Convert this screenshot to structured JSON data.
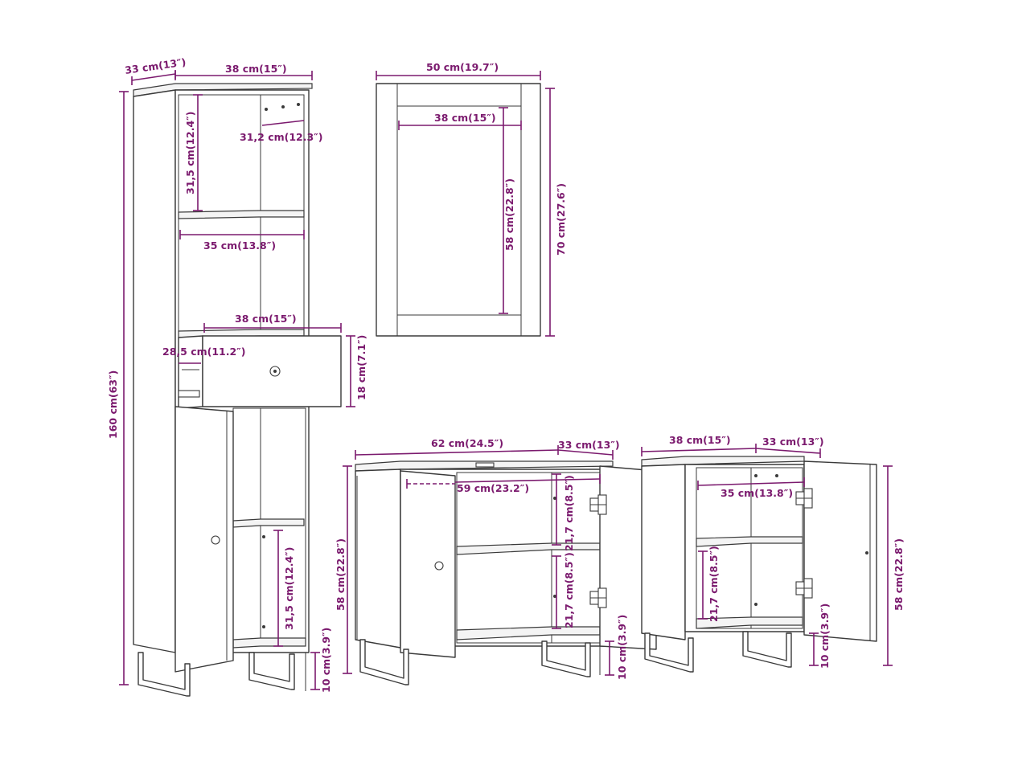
{
  "colors": {
    "dimension": "#7b1a6e",
    "outline": "#3a3a3a",
    "background": "#ffffff"
  },
  "tall_cabinet": {
    "depth": "33 cm(13″)",
    "width": "38 cm(15″)",
    "shelf_depth": "31,2 cm(12.3″)",
    "upper_compartment_height": "31,5 cm(12.4″)",
    "inner_width": "35 cm(13.8″)",
    "drawer_width": "38 cm(15″)",
    "drawer_depth": "28,5 cm(11.2″)",
    "drawer_height": "18 cm(7.1″)",
    "total_height": "160 cm(63″)",
    "lower_compartment_height": "31,5 cm(12.4″)",
    "leg_height": "10 cm(3.9″)"
  },
  "mirror": {
    "width": "50 cm(19.7″)",
    "glass_width": "38 cm(15″)",
    "glass_height": "58 cm(22.8″)",
    "height": "70 cm(27.6″)"
  },
  "sink_cabinet": {
    "width": "62 cm(24.5″)",
    "depth": "33 cm(13″)",
    "inner_width": "59 cm(23.2″)",
    "upper_shelf_height": "21,7 cm(8.5″)",
    "lower_shelf_height": "21,7 cm(8.5″)",
    "height": "58 cm(22.8″)",
    "leg_height": "10 cm(3.9″)"
  },
  "side_cabinet": {
    "width": "38 cm(15″)",
    "depth": "33 cm(13″)",
    "inner_width": "35 cm(13.8″)",
    "shelf_height": "21,7 cm(8.5″)",
    "height": "58 cm(22.8″)",
    "leg_height": "10 cm(3.9″)"
  }
}
